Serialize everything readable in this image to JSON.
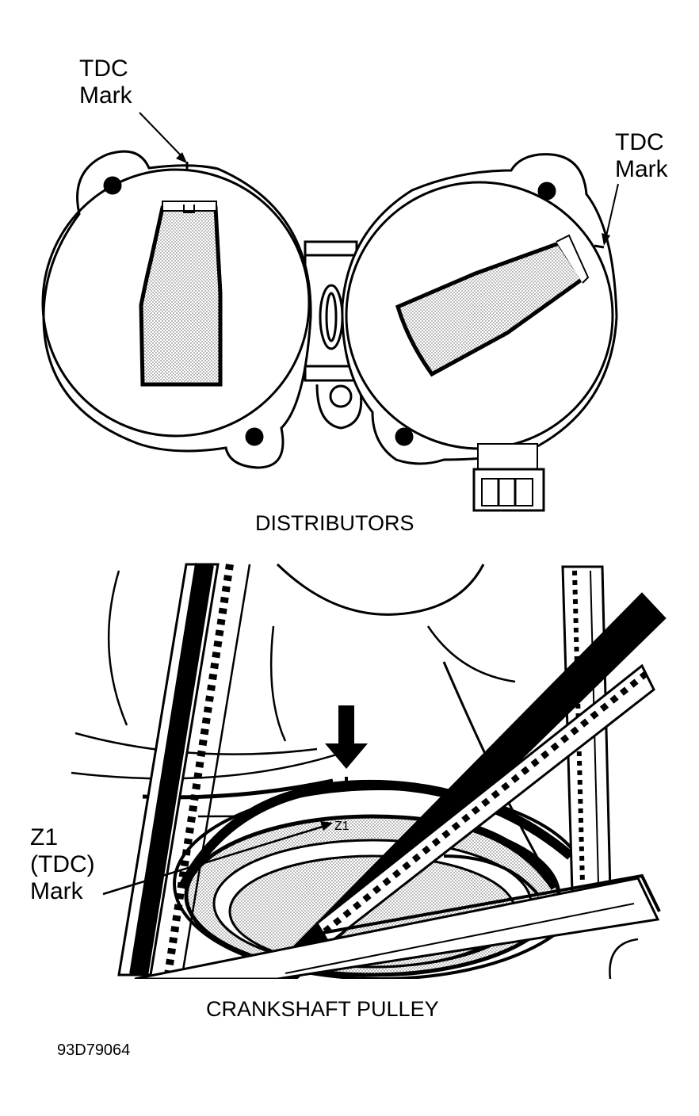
{
  "distributors": {
    "left_mark_label": [
      "TDC",
      "Mark"
    ],
    "right_mark_label": [
      "TDC",
      "Mark"
    ],
    "caption": "DISTRIBUTORS"
  },
  "crankshaft": {
    "z1_label": [
      "Z1",
      "(TDC)",
      "Mark"
    ],
    "caption": "CRANKSHAFT PULLEY",
    "pulley_stamp": "Z1"
  },
  "figure_id": "93D79064",
  "colors": {
    "ink": "#000000",
    "paper": "#ffffff",
    "stipple": "#c8c8c8"
  }
}
